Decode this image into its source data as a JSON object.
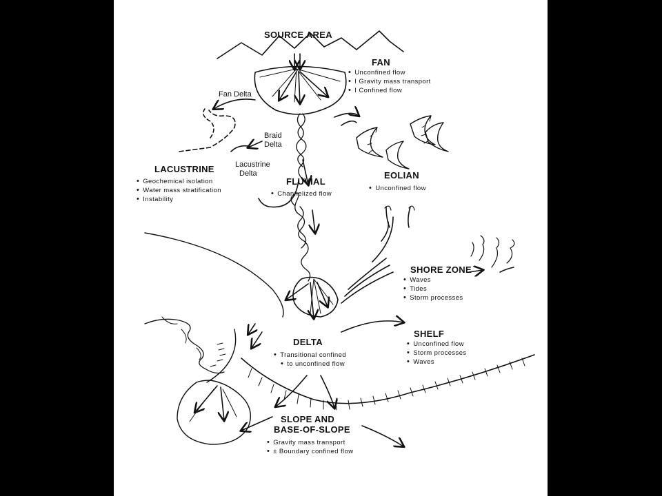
{
  "source_area": "SOURCE AREA",
  "fan": {
    "title": "FAN",
    "items": [
      "Unconfined flow",
      "I Gravity mass transport",
      "I Confined flow"
    ]
  },
  "fan_delta": "Fan Delta",
  "braid_delta": [
    "Braid",
    "Delta"
  ],
  "lacustrine_delta": [
    "Lacustrine",
    "Delta"
  ],
  "lacustrine": {
    "title": "LACUSTRINE",
    "items": [
      "Geochemical isolation",
      "Water mass stratification",
      "Instability"
    ]
  },
  "fluvial": {
    "title": "FLUVIAL",
    "items": [
      "Channelized flow"
    ]
  },
  "eolian": {
    "title": "EOLIAN",
    "items": [
      "Unconfined flow"
    ]
  },
  "shore_zone": {
    "title": "SHORE ZONE",
    "items": [
      "Waves",
      "Tides",
      "Storm processes"
    ]
  },
  "shelf": {
    "title": "SHELF",
    "items": [
      "Unconfined flow",
      "Storm processes",
      "Waves"
    ]
  },
  "delta": {
    "title": "DELTA",
    "lines": [
      "Transitional confined",
      "to unconfined flow"
    ]
  },
  "slope": {
    "title_lines": [
      "SLOPE AND",
      "BASE-OF-SLOPE"
    ],
    "items": [
      "Gravity mass transport",
      "± Boundary confined flow"
    ]
  },
  "colors": {
    "background": "#000000",
    "slide": "#ffffff",
    "ink": "#111111"
  }
}
